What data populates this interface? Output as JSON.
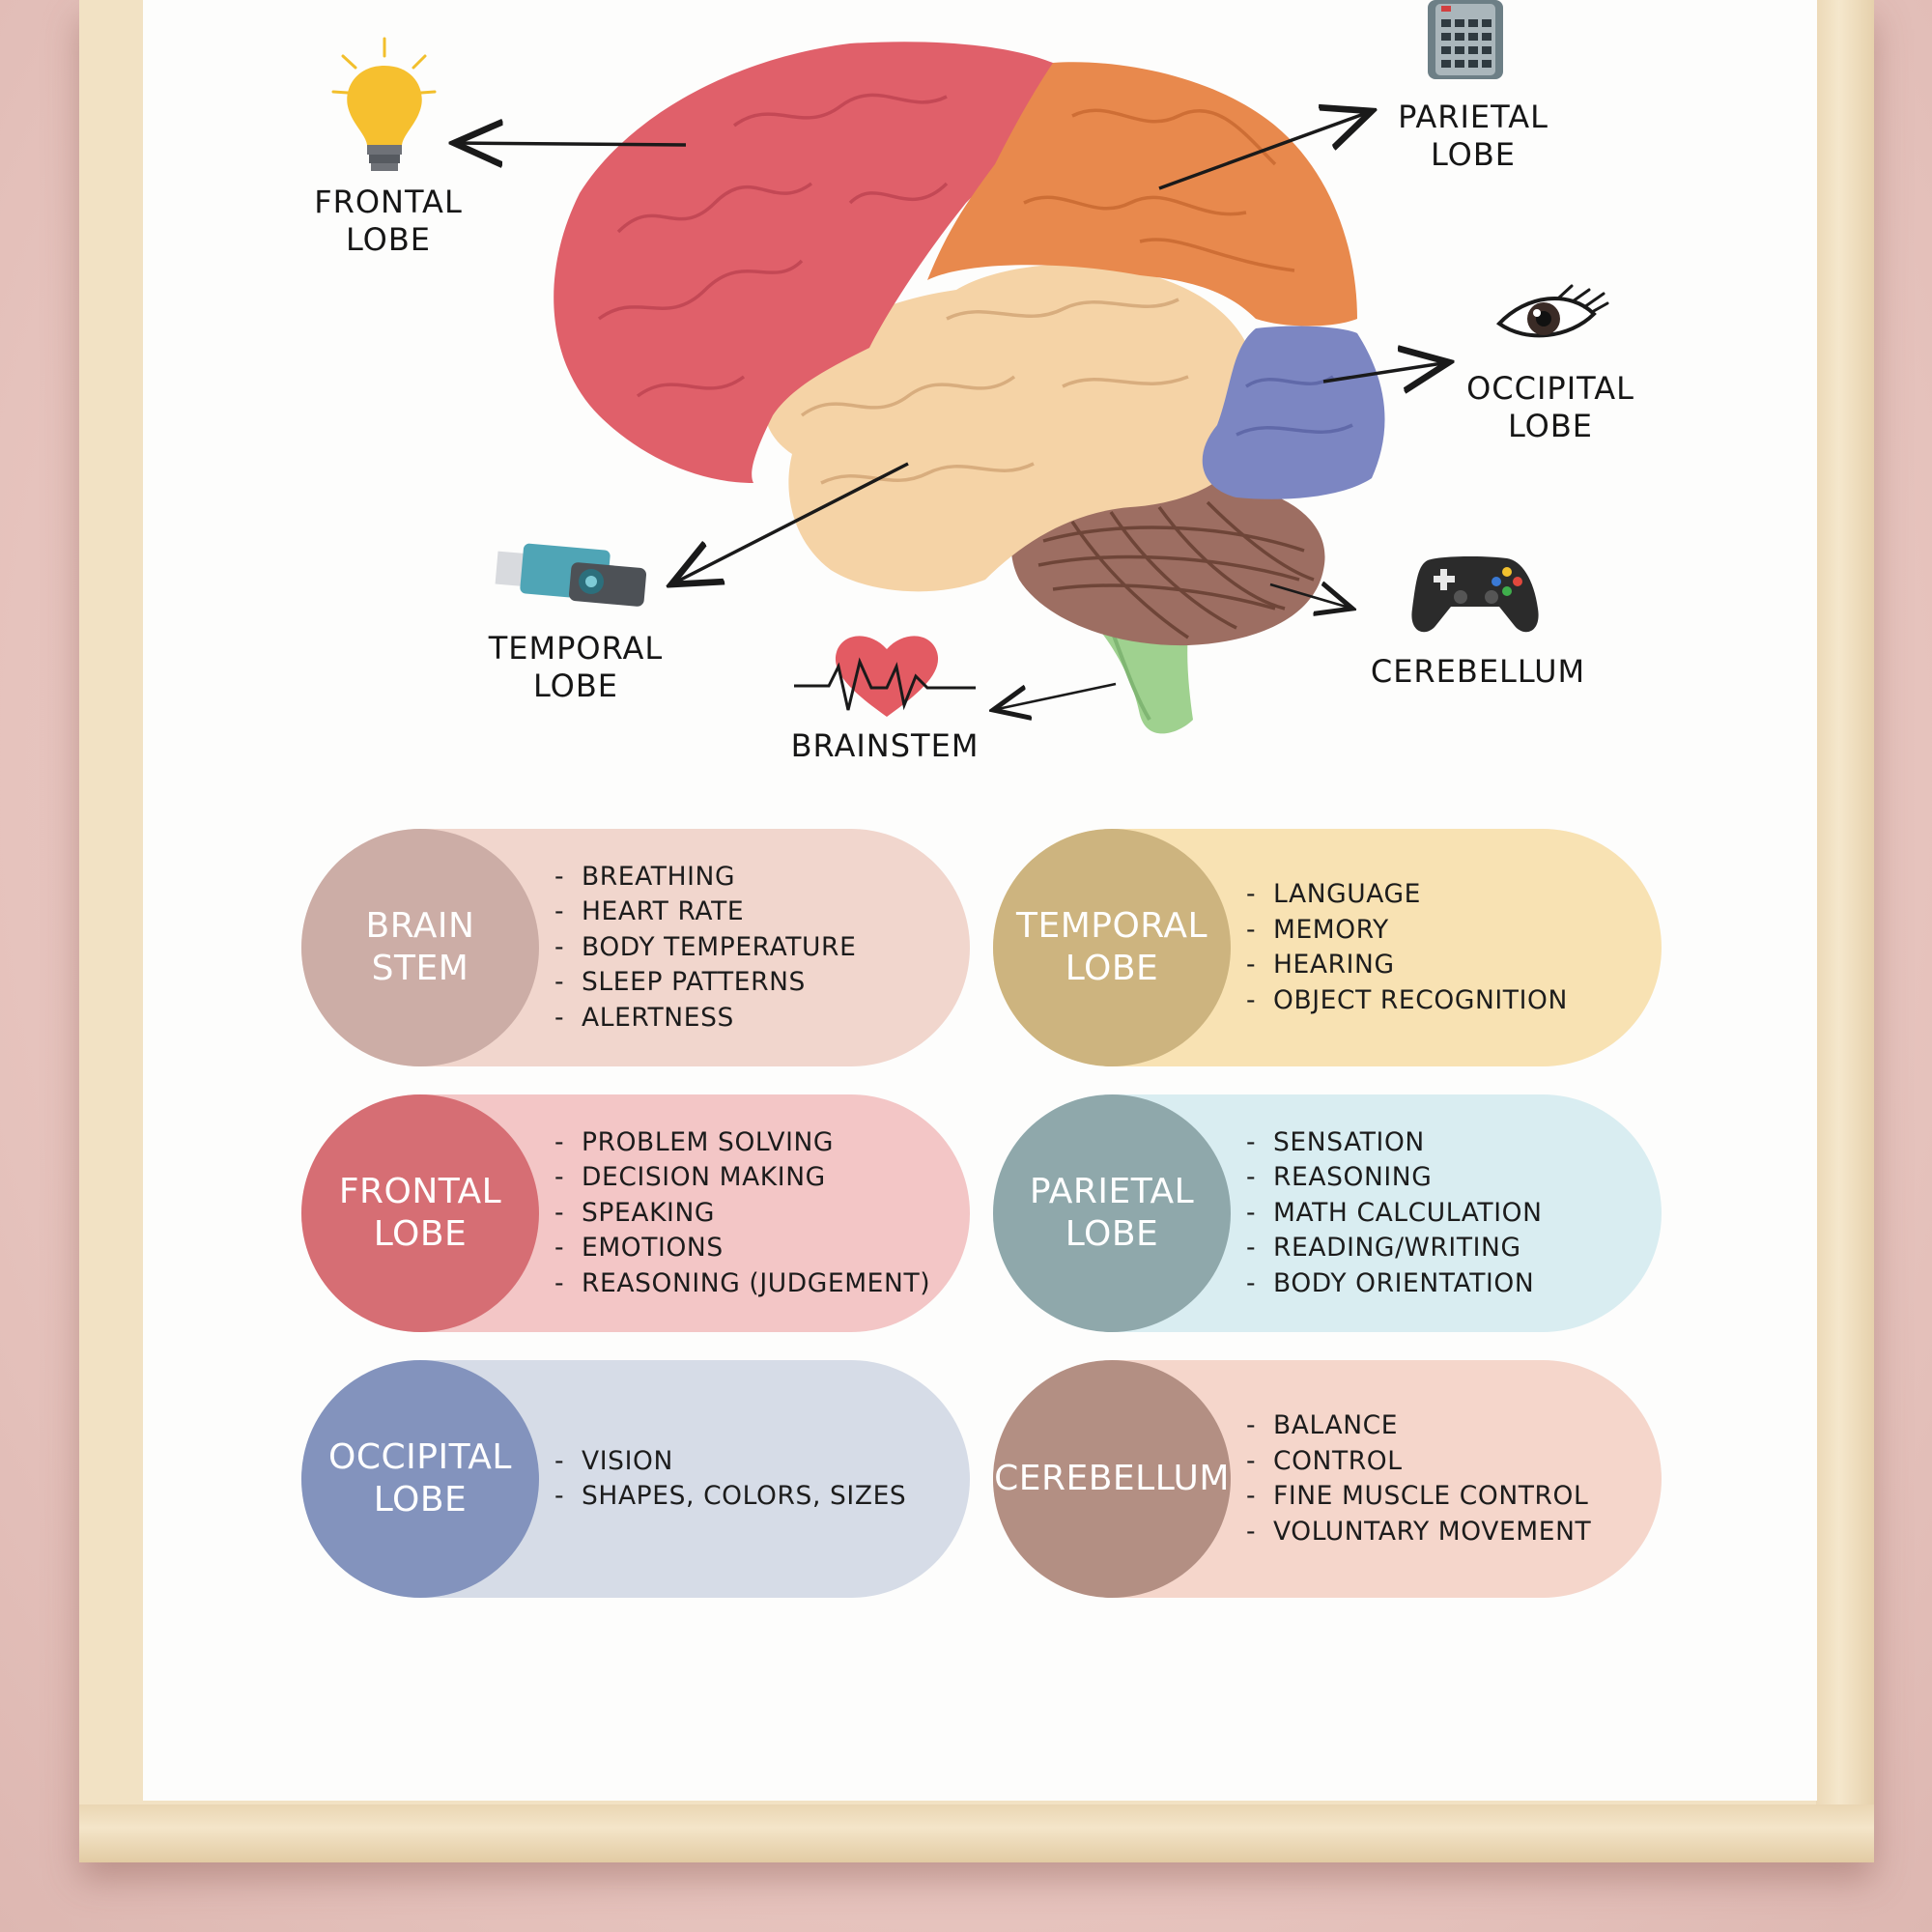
{
  "diagram": {
    "labels": {
      "frontal": "FRONTAL\nLOBE",
      "parietal": "PARIETAL\nLOBE",
      "occipital": "OCCIPITAL\nLOBE",
      "temporal": "TEMPORAL\nLOBE",
      "cerebellum": "CEREBELLUM",
      "brainstem": "BRAINSTEM"
    },
    "icons": [
      "light-bulb-icon",
      "calculator-icon",
      "eye-icon",
      "usb-drive-icon",
      "game-controller-icon",
      "heartbeat-icon"
    ],
    "lobe_colors": {
      "frontal": "#e0606a",
      "parietal": "#e8894d",
      "temporal": "#f5d3a6",
      "occipital": "#7c86c2",
      "cerebellum": "#9d6e62",
      "brainstem": "#9fd18f"
    }
  },
  "cards": [
    {
      "title": "BRAIN\nSTEM",
      "circle_color": "#ccada6",
      "pill_color": "#f1d6cd",
      "items": [
        "BREATHING",
        "HEART RATE",
        "BODY TEMPERATURE",
        "SLEEP PATTERNS",
        "ALERTNESS"
      ]
    },
    {
      "title": "TEMPORAL\nLOBE",
      "circle_color": "#cdb47f",
      "pill_color": "#f8e2b3",
      "items": [
        "LANGUAGE",
        "MEMORY",
        "HEARING",
        "OBJECT RECOGNITION"
      ]
    },
    {
      "title": "FRONTAL\nLOBE",
      "circle_color": "#d66e74",
      "pill_color": "#f3c6c6",
      "items": [
        "PROBLEM SOLVING",
        "DECISION MAKING",
        "SPEAKING",
        "EMOTIONS",
        "REASONING (JUDGEMENT)"
      ]
    },
    {
      "title": "PARIETAL\nLOBE",
      "circle_color": "#8fa8ab",
      "pill_color": "#d9edf1",
      "items": [
        "SENSATION",
        "REASONING",
        "MATH CALCULATION",
        "READING/WRITING",
        "BODY ORIENTATION"
      ]
    },
    {
      "title": "OCCIPITAL\nLOBE",
      "circle_color": "#8393bd",
      "pill_color": "#d6dce7",
      "items": [
        "VISION",
        "SHAPES, COLORS, SIZES"
      ]
    },
    {
      "title": "CEREBELLUM",
      "circle_color": "#b38f83",
      "pill_color": "#f5d6cb",
      "items": [
        "BALANCE",
        "CONTROL",
        "FINE MUSCLE CONTROL",
        "VOLUNTARY MOVEMENT"
      ]
    }
  ]
}
